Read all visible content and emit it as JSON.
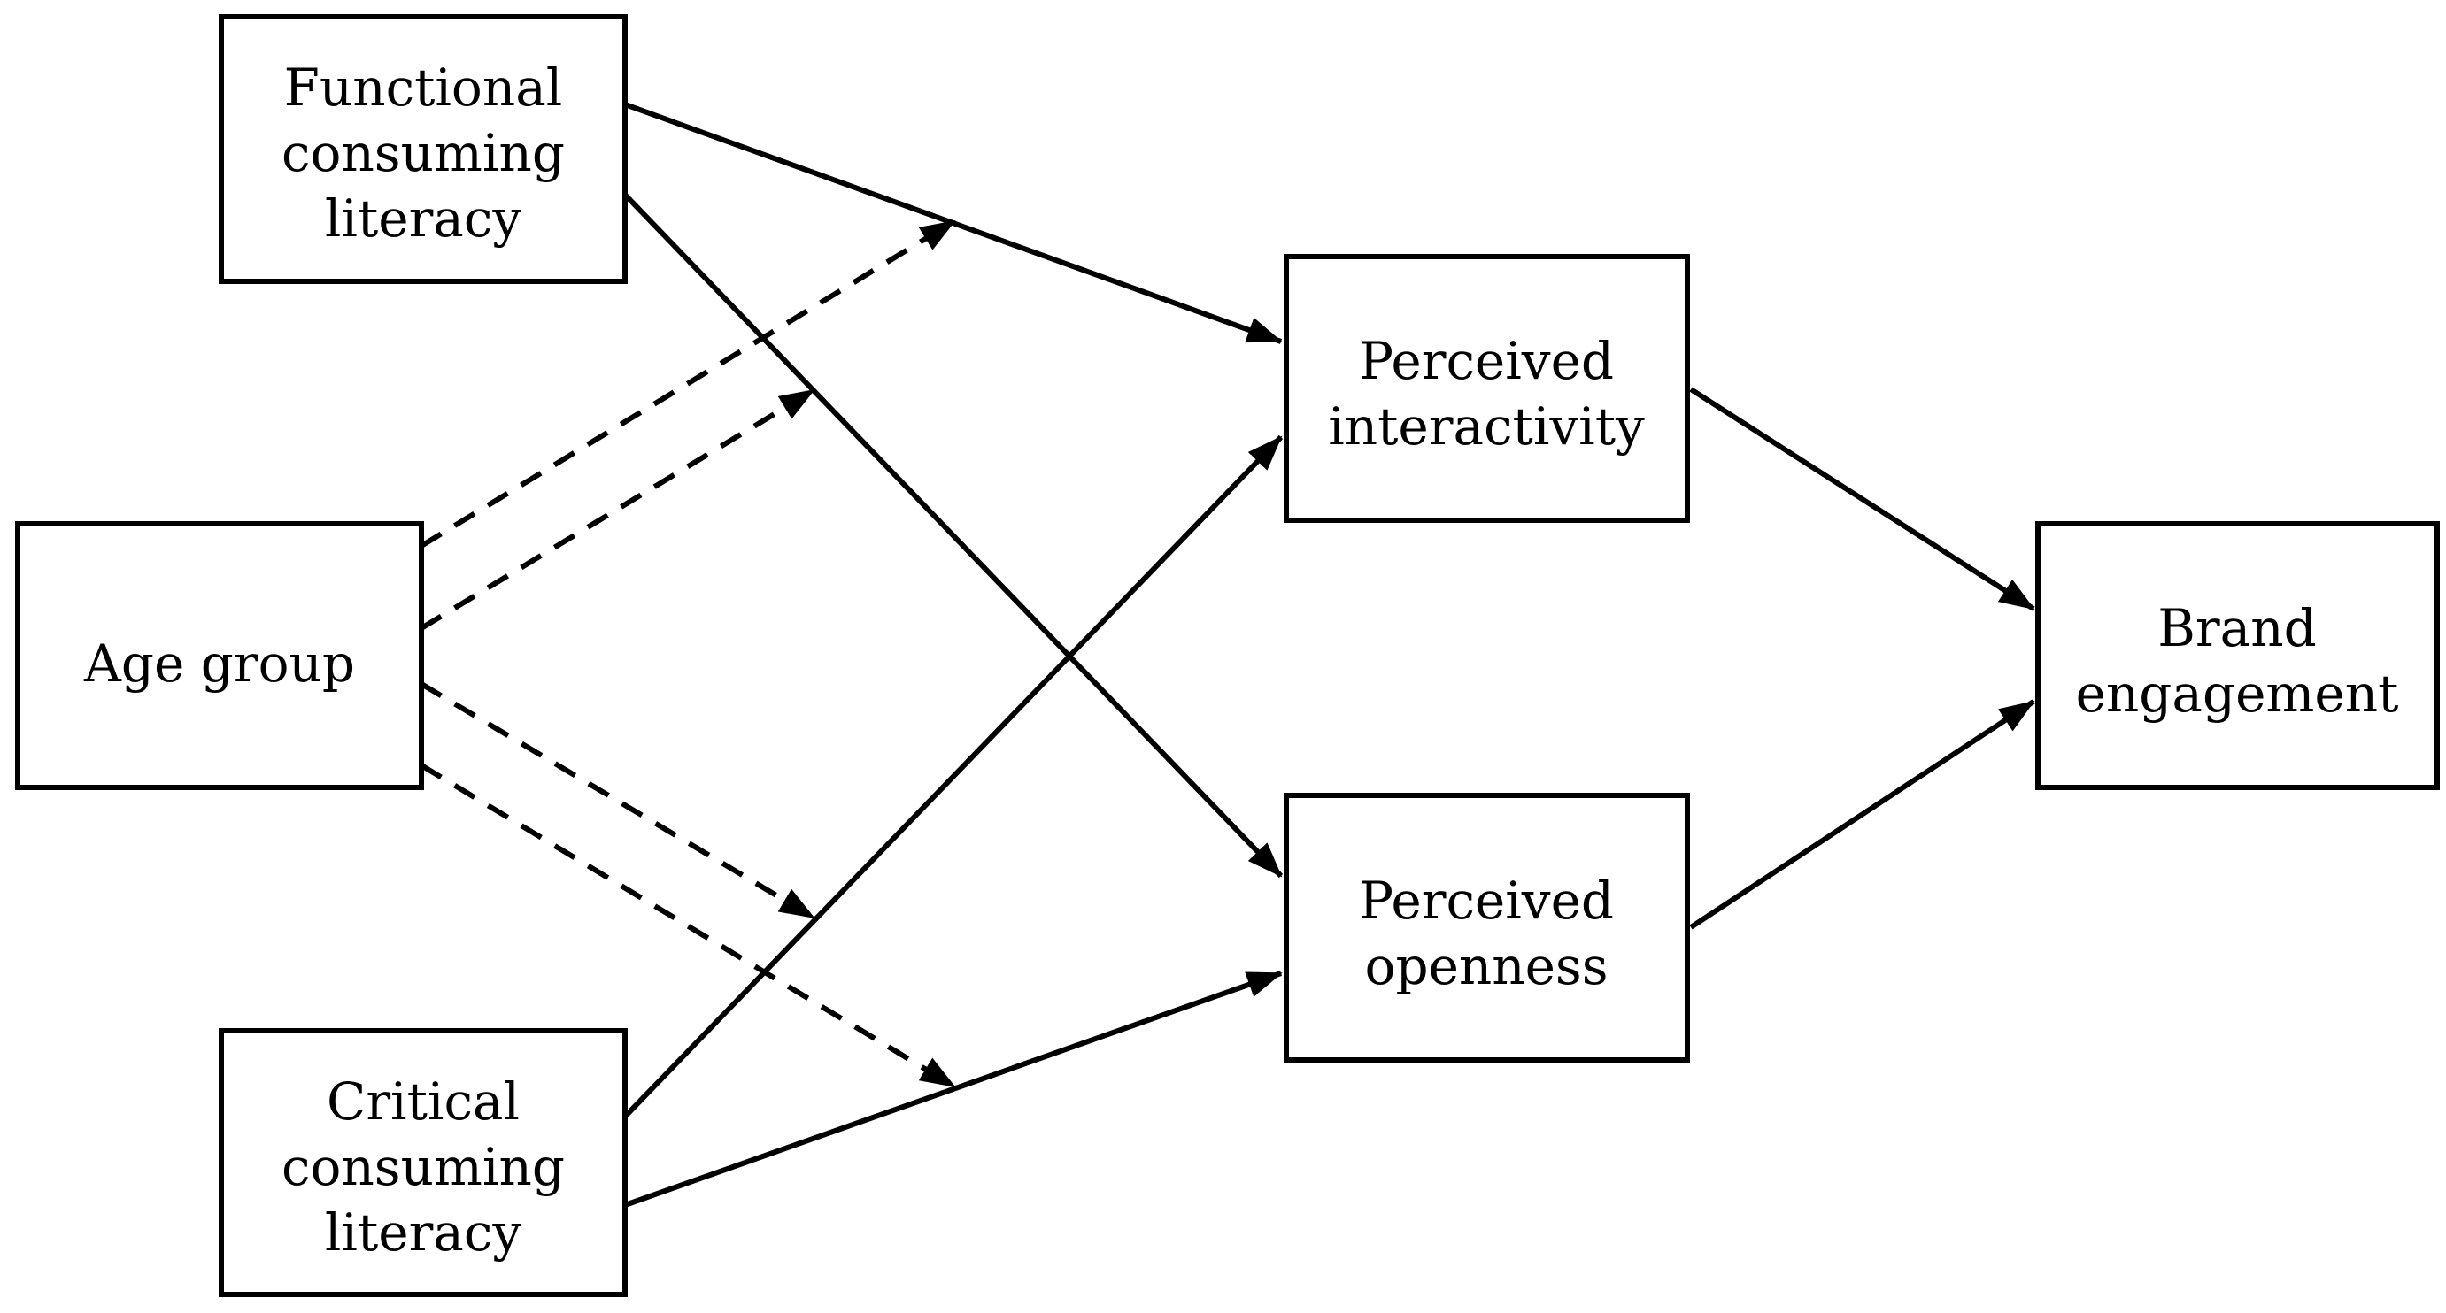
{
  "diagram": {
    "nodes": {
      "functional_literacy": {
        "lines": [
          "Functional",
          "consuming",
          "literacy"
        ]
      },
      "age_group": {
        "lines": [
          "Age group"
        ]
      },
      "critical_literacy": {
        "lines": [
          "Critical",
          "consuming",
          "literacy"
        ]
      },
      "perceived_interactivity": {
        "lines": [
          "Perceived",
          "interactivity"
        ]
      },
      "perceived_openness": {
        "lines": [
          "Perceived",
          "openness"
        ]
      },
      "brand_engagement": {
        "lines": [
          "Brand",
          "engagement"
        ]
      }
    },
    "edges": [
      {
        "from": "functional_literacy",
        "to": "perceived_interactivity",
        "style": "solid"
      },
      {
        "from": "functional_literacy",
        "to": "perceived_openness",
        "style": "solid"
      },
      {
        "from": "critical_literacy",
        "to": "perceived_interactivity",
        "style": "solid"
      },
      {
        "from": "critical_literacy",
        "to": "perceived_openness",
        "style": "solid"
      },
      {
        "from": "perceived_interactivity",
        "to": "brand_engagement",
        "style": "solid"
      },
      {
        "from": "perceived_openness",
        "to": "brand_engagement",
        "style": "solid"
      },
      {
        "from": "age_group",
        "to": "functional_literacy→perceived_interactivity",
        "style": "dashed"
      },
      {
        "from": "age_group",
        "to": "functional_literacy→perceived_openness",
        "style": "dashed"
      },
      {
        "from": "age_group",
        "to": "critical_literacy→perceived_interactivity",
        "style": "dashed"
      },
      {
        "from": "age_group",
        "to": "critical_literacy→perceived_openness",
        "style": "dashed"
      }
    ],
    "colors": {
      "stroke": "#000000",
      "background": "#ffffff"
    }
  }
}
